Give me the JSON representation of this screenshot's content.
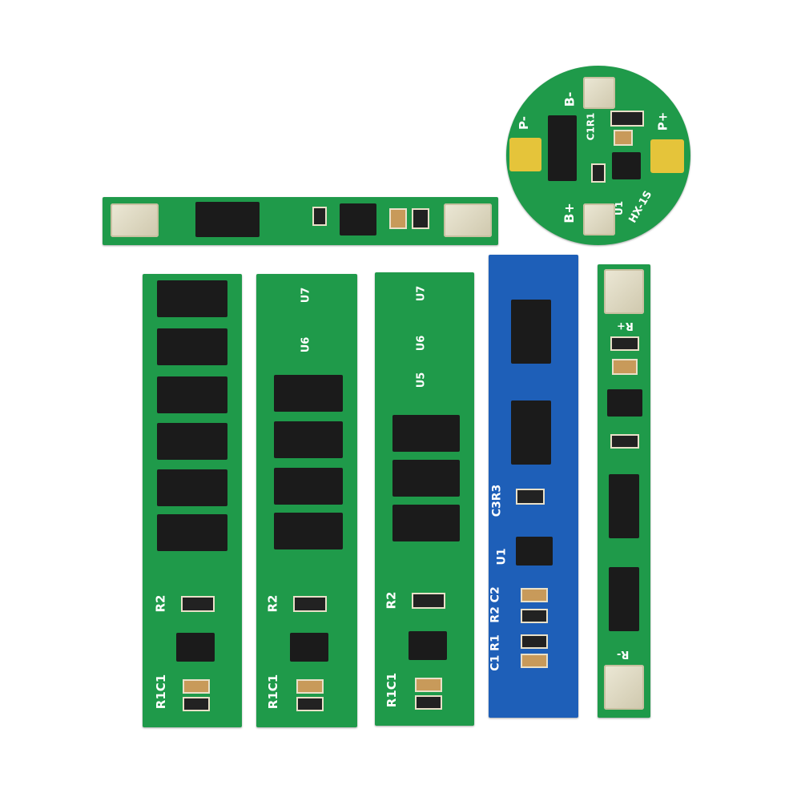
{
  "image": {
    "description_kind": "product-photo",
    "background": "#ffffff",
    "colors": {
      "pcb_green": "#1f9a4a",
      "pcb_blue": "#1e5fb8",
      "pad": "#e6e0c8",
      "chip": "#1b1b1b"
    }
  },
  "round_board": {
    "labels": {
      "b_minus": "B-",
      "b_plus": "B+",
      "p_minus": "P-",
      "p_plus": "P+",
      "c1r1": "C1R1",
      "u1": "U1",
      "model": "HX-1S"
    }
  },
  "boards": {
    "board1": {
      "r2": "R2",
      "r1c1": "R1C1"
    },
    "board2": {
      "u7": "U7",
      "u6": "U6",
      "r2": "R2",
      "r1c1": "R1C1"
    },
    "board3": {
      "u7": "U7",
      "u6": "U6",
      "u5": "U5",
      "r2": "R2",
      "r1c1": "R1C1"
    },
    "blue_board": {
      "c3r3": "C3R3",
      "u1": "U1",
      "r2c2": "R2 C2",
      "c1r1": "C1 R1"
    },
    "thin_board": {
      "r_plus": "R+",
      "r_minus": "R-"
    }
  }
}
